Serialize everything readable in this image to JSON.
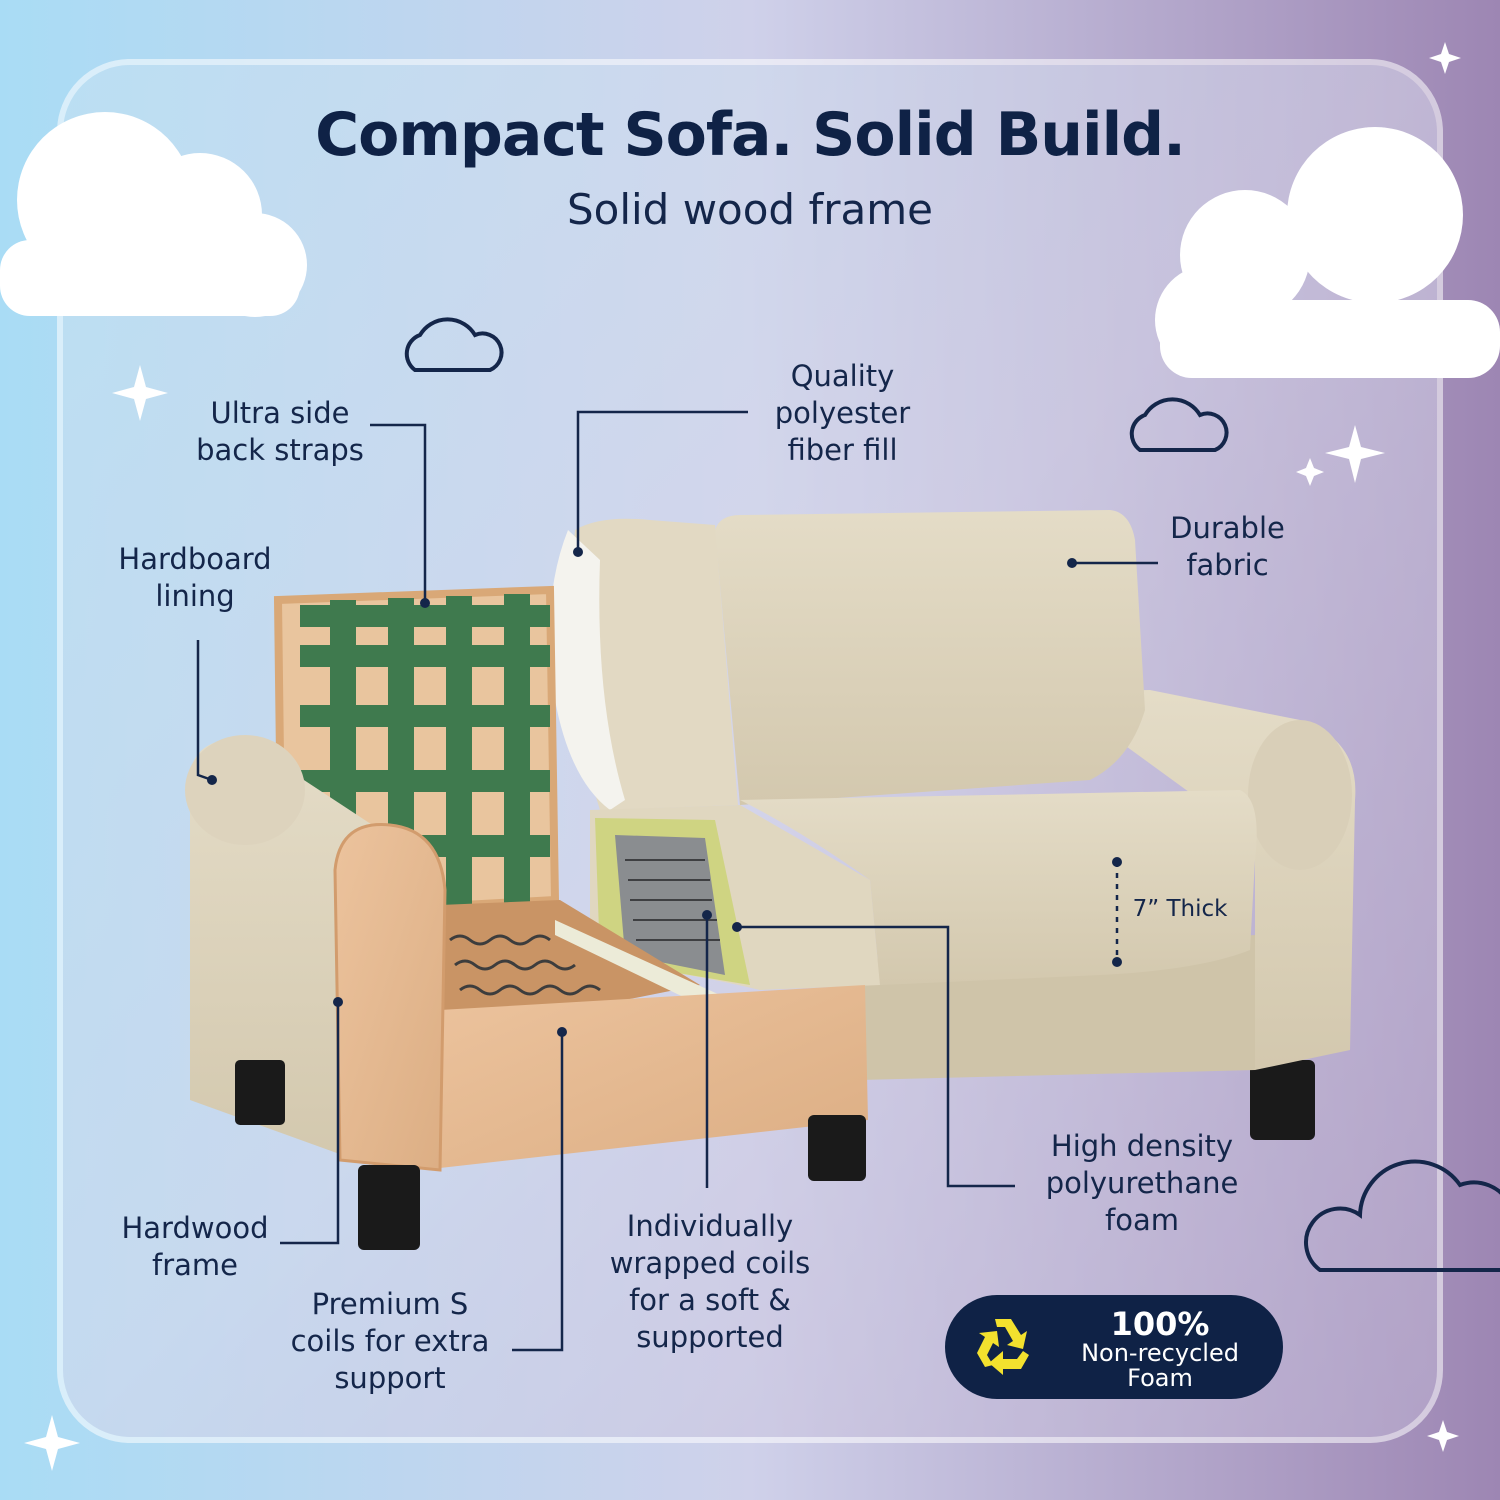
{
  "title": "Compact Sofa. Solid Build.",
  "subtitle": "Solid wood frame",
  "callouts": {
    "back_straps": [
      "Ultra side",
      "back straps"
    ],
    "hardboard": [
      "Hardboard",
      "lining"
    ],
    "fiber_fill": [
      "Quality",
      "polyester",
      "fiber fill"
    ],
    "fabric": [
      "Durable",
      "fabric"
    ],
    "thickness": "7” Thick",
    "foam": [
      "High density",
      "polyurethane",
      "foam"
    ],
    "hardwood": [
      "Hardwood",
      "frame"
    ],
    "s_coils": [
      "Premium S",
      "coils for extra",
      "support"
    ],
    "wrapped_coils": [
      "Individually",
      "wrapped coils",
      "for a soft &",
      "supported"
    ]
  },
  "badge": {
    "percent": "100%",
    "line1": "Non-recycled",
    "line2": "Foam",
    "icon": "recycle-icon"
  },
  "colors": {
    "navy": "#0f2246",
    "bg_left": "#a9dcf5",
    "bg_mid": "#d2d0e8",
    "bg_right": "#9d86b3",
    "fabric": "#ddd3bd",
    "wood": "#e6b990",
    "straps": "#3f7a4e",
    "badge_icon": "#f3e12e"
  }
}
